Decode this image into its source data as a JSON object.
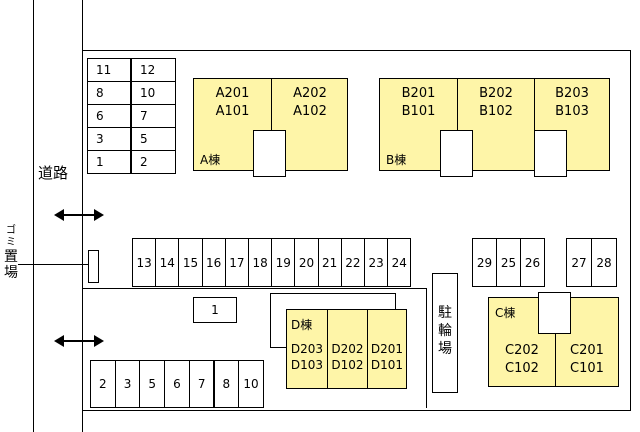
{
  "labels": {
    "road": "道路",
    "garbage": [
      "ゴ",
      "ミ",
      "置",
      "場"
    ],
    "bicycle": [
      "駐",
      "輪",
      "場"
    ]
  },
  "parking": {
    "topleft_left": [
      "11",
      "8",
      "6",
      "3",
      "1"
    ],
    "topleft_right": [
      "12",
      "10",
      "7",
      "5",
      "2"
    ],
    "middle_row": [
      "13",
      "14",
      "15",
      "16",
      "17",
      "18",
      "19",
      "20",
      "21",
      "22",
      "23",
      "24"
    ],
    "right_group1": [
      "29",
      "25",
      "26"
    ],
    "right_group2": [
      "27",
      "28"
    ],
    "lower_single": "1",
    "bottom_row": [
      "2",
      "3",
      "5",
      "6",
      "7",
      "8",
      "10"
    ]
  },
  "buildings": {
    "A": {
      "label": "A棟",
      "units": [
        [
          "A201",
          "A101"
        ],
        [
          "A202",
          "A102"
        ]
      ]
    },
    "B": {
      "label": "B棟",
      "units": [
        [
          "B201",
          "B101"
        ],
        [
          "B202",
          "B102"
        ],
        [
          "B203",
          "B103"
        ]
      ]
    },
    "C": {
      "label": "C棟",
      "units": [
        [
          "C202",
          "C102"
        ],
        [
          "C201",
          "C101"
        ]
      ]
    },
    "D": {
      "label": "D棟",
      "units": [
        [
          "D203",
          "D103"
        ],
        [
          "D202",
          "D102"
        ],
        [
          "D201",
          "D101"
        ]
      ]
    }
  },
  "colors": {
    "building_fill": "#fef5a8",
    "line": "#000000"
  }
}
